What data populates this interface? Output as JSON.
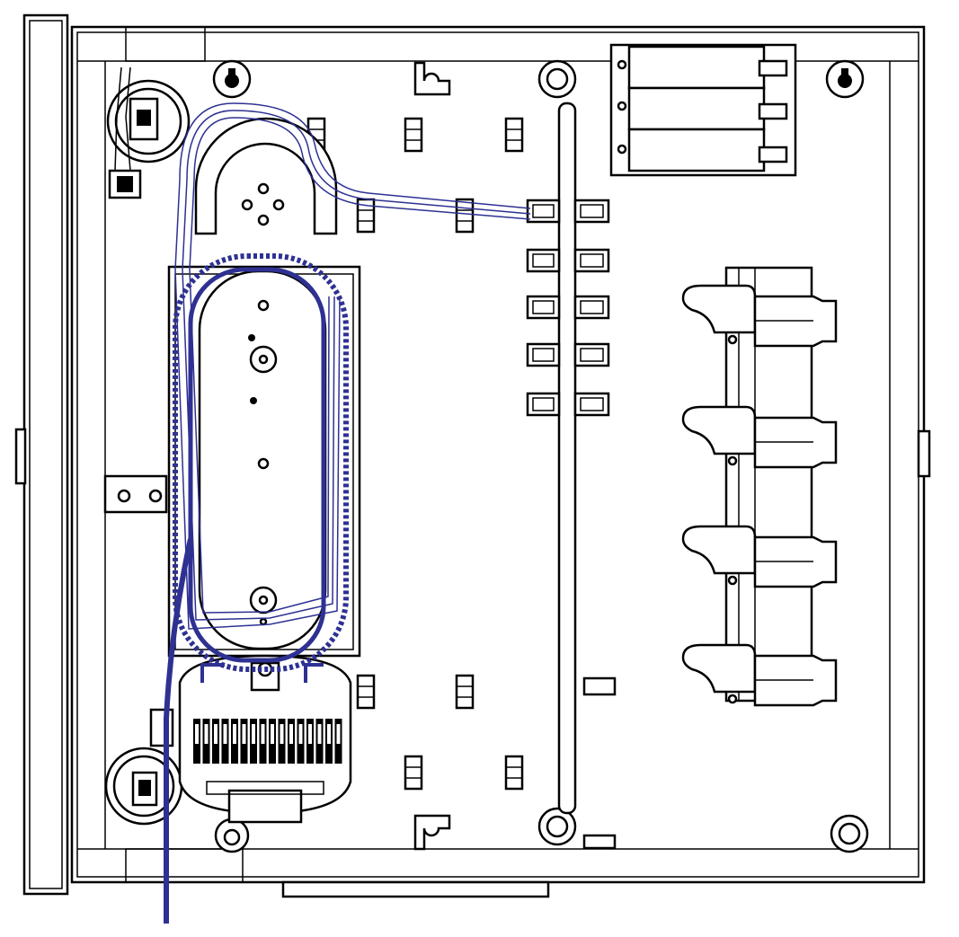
{
  "diagram": {
    "subject": "fiber-optic-distribution-enclosure-open",
    "colors": {
      "line": "#000000",
      "background": "#ffffff",
      "fiber_cable": "#2e3192",
      "fiber_thin": "#3b3f9e"
    },
    "components": [
      "door-panel",
      "enclosure-body",
      "splice-tray",
      "splice-holder",
      "adapter-column",
      "divider-rail",
      "battery-holder",
      "output-connectors",
      "cable-glands",
      "mounting-holes",
      "fiber-cable"
    ]
  }
}
